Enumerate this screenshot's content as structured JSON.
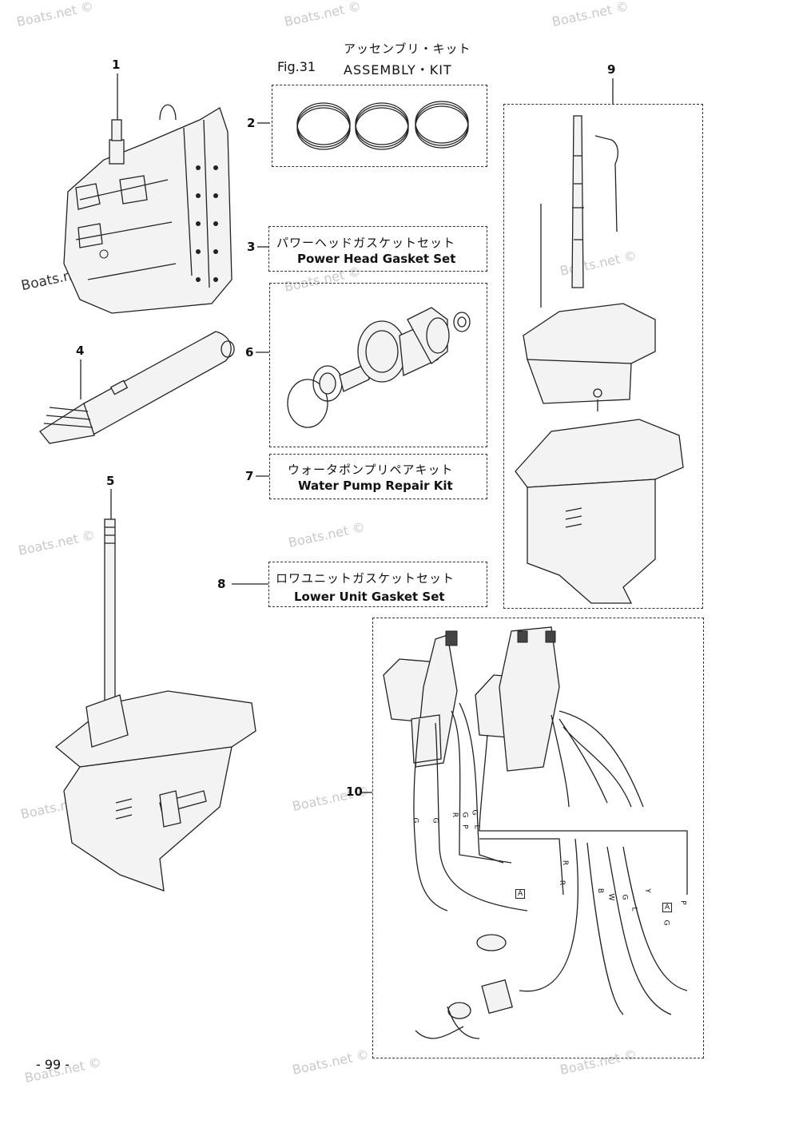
{
  "header": {
    "title_jp": "アッセンブリ・キット",
    "fig_label": "Fig.31",
    "title_en": "ASSEMBLY・KIT"
  },
  "callouts": [
    "1",
    "2",
    "3",
    "4",
    "5",
    "6",
    "7",
    "8",
    "9",
    "10"
  ],
  "kits": {
    "k3": {
      "jp": "パワーヘッドガスケットセット",
      "en": "Power Head Gasket Set"
    },
    "k7": {
      "jp": "ウォータポンプリペアキット",
      "en": "Water Pump Repair Kit"
    },
    "k8": {
      "jp": "ロワユニットガスケットセット",
      "en": "Lower Unit Gasket Set"
    }
  },
  "wire_labels": [
    "G",
    "G",
    "R",
    "G",
    "P",
    "G",
    "L",
    "R",
    "A",
    "R",
    "B",
    "W",
    "G",
    "Y",
    "L",
    "A",
    "P",
    "G"
  ],
  "footer": {
    "page_number": "- 99 -"
  },
  "watermark": "Boats.net ©",
  "watermark_short": "Boats.net"
}
